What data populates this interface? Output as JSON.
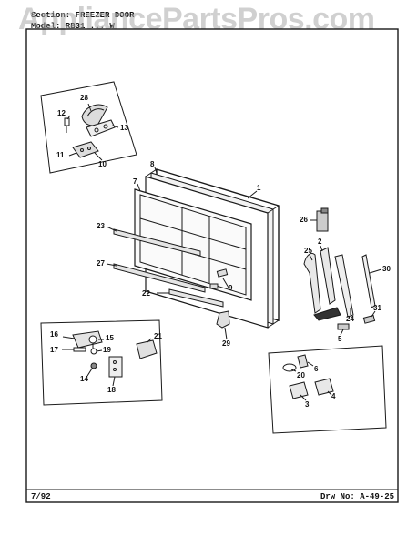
{
  "header": {
    "section_line": "Section:  FREEZER  DOOR",
    "model_line": "Model:  RB31 ... W"
  },
  "watermark": "AppliancePartsPros.com",
  "footer": {
    "date": "7/92",
    "drawing_number": "Drw  No:  A-49-25"
  },
  "parts": [
    {
      "id": "p1",
      "label": "1"
    },
    {
      "id": "p2",
      "label": "2"
    },
    {
      "id": "p3",
      "label": "3"
    },
    {
      "id": "p4",
      "label": "4"
    },
    {
      "id": "p5",
      "label": "5"
    },
    {
      "id": "p6",
      "label": "6"
    },
    {
      "id": "p7",
      "label": "7"
    },
    {
      "id": "p8",
      "label": "8"
    },
    {
      "id": "p9",
      "label": "9"
    },
    {
      "id": "p10",
      "label": "10"
    },
    {
      "id": "p11",
      "label": "11"
    },
    {
      "id": "p12",
      "label": "12"
    },
    {
      "id": "p13",
      "label": "13"
    },
    {
      "id": "p14",
      "label": "14"
    },
    {
      "id": "p15",
      "label": "15"
    },
    {
      "id": "p16",
      "label": "16"
    },
    {
      "id": "p17",
      "label": "17"
    },
    {
      "id": "p18",
      "label": "18"
    },
    {
      "id": "p19",
      "label": "19"
    },
    {
      "id": "p20",
      "label": "20"
    },
    {
      "id": "p21",
      "label": "21"
    },
    {
      "id": "p22",
      "label": "22"
    },
    {
      "id": "p23",
      "label": "23"
    },
    {
      "id": "p24",
      "label": "24"
    },
    {
      "id": "p25",
      "label": "25"
    },
    {
      "id": "p26",
      "label": "26"
    },
    {
      "id": "p27",
      "label": "27"
    },
    {
      "id": "p28",
      "label": "28"
    },
    {
      "id": "p29",
      "label": "29"
    },
    {
      "id": "p30",
      "label": "30"
    },
    {
      "id": "p31",
      "label": "31"
    }
  ]
}
